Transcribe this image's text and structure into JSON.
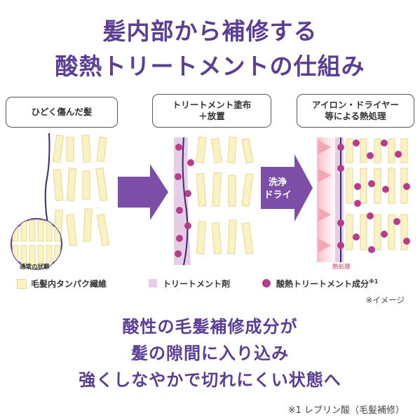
{
  "title": {
    "line1": "髪内部から補修する",
    "line2": "酸熱トリートメントの仕組み"
  },
  "steps": [
    {
      "label": "ひどく傷んだ髪"
    },
    {
      "label_line1": "トリートメント塗布",
      "label_line2": "＋放置"
    },
    {
      "label_line1": "アイロン・ドライヤー",
      "label_line2": "等による熱処理"
    }
  ],
  "arrow2": {
    "line1": "洗浄",
    "line2": "ドライ"
  },
  "inset_label": "通常の状態",
  "heat_label": "熱処理",
  "legend": {
    "protein": "毛髪内タンパク繊維",
    "treatment": "トリートメント剤",
    "acid": "酸熱トリートメント成分",
    "acid_sup": "※1"
  },
  "image_note": "※イメージ",
  "summary": {
    "line1": "酸性の毛髪補修成分が",
    "line2": "髪の隙間に入り込み",
    "line3": "強くしなやかで切れにくい状態へ"
  },
  "footnote": "※1 レブリン酸（毛髪補修）",
  "colors": {
    "title": "#5b3d94",
    "arrow": "#7d4ea8",
    "fiber_fill": "#faf2c4",
    "fiber_stroke": "#e6d78a",
    "treatment": "#e6cde6",
    "acid_dot": "#b83c8c",
    "heat": "#f4a7b3"
  }
}
